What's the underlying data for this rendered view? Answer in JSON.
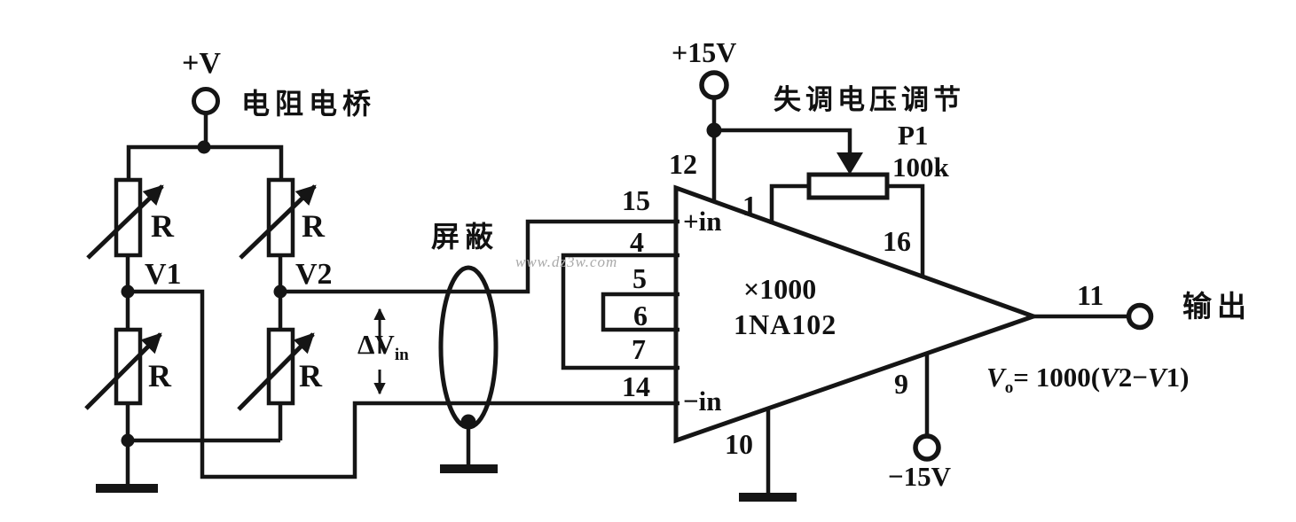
{
  "colors": {
    "ink": "#151515",
    "watermark": "#a9a9a9",
    "background": "#ffffff"
  },
  "bridge": {
    "supply_label": "+V",
    "title": "电阻电桥",
    "resistor_labels": {
      "r1": "R",
      "r2": "R",
      "r3": "R",
      "r4": "R"
    },
    "node_left": "V1",
    "node_right": "V2",
    "delta_label": "ΔV",
    "delta_sub": "in"
  },
  "shield": {
    "label": "屏蔽"
  },
  "watermark": "www.dz3w.com",
  "amplifier": {
    "gain_label": "×1000",
    "part_label": "1NA102",
    "plus_in_label": "+in",
    "minus_in_label": "−in",
    "pins": {
      "p15": "15",
      "p4": "4",
      "p5": "5",
      "p6": "6",
      "p7": "7",
      "p14": "14",
      "p12": "12",
      "p1": "1",
      "p16": "16",
      "p9": "9",
      "p10": "10",
      "p11": "11"
    }
  },
  "offset_adjust": {
    "label": "失调电压调节",
    "pot_name": "P1",
    "pot_value": "100k"
  },
  "power": {
    "positive": "+15V",
    "negative": "−15V"
  },
  "output": {
    "label": "输出",
    "formula": {
      "v": "V",
      "sub": "o",
      "eq": "= 1000(",
      "a": "2−",
      "b": "1)"
    }
  }
}
